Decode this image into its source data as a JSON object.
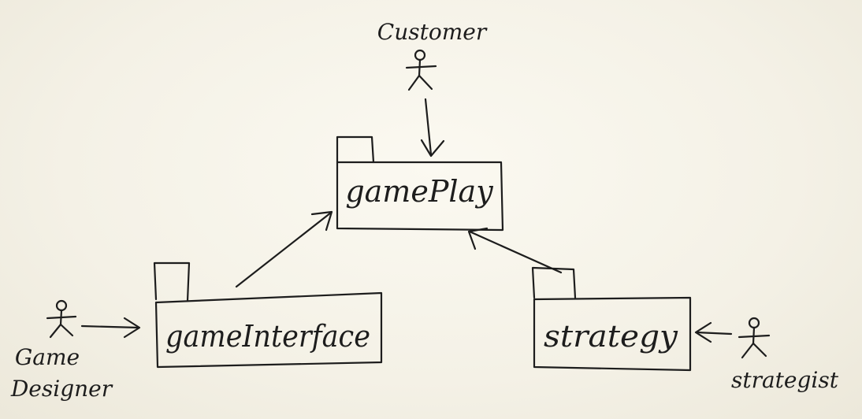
{
  "packages": {
    "gameplay": {
      "label": "gamePlay"
    },
    "gameinterface": {
      "label": "gameInterface"
    },
    "strategy": {
      "label": "strategy"
    }
  },
  "actors": {
    "customer": {
      "label": "Customer"
    },
    "game_designer": {
      "label_line1": "Game",
      "label_line2": "Designer"
    },
    "strategist": {
      "label": "strategist"
    }
  },
  "colors": {
    "ink": "#1d1d1d",
    "board": "#f6f3e8"
  }
}
